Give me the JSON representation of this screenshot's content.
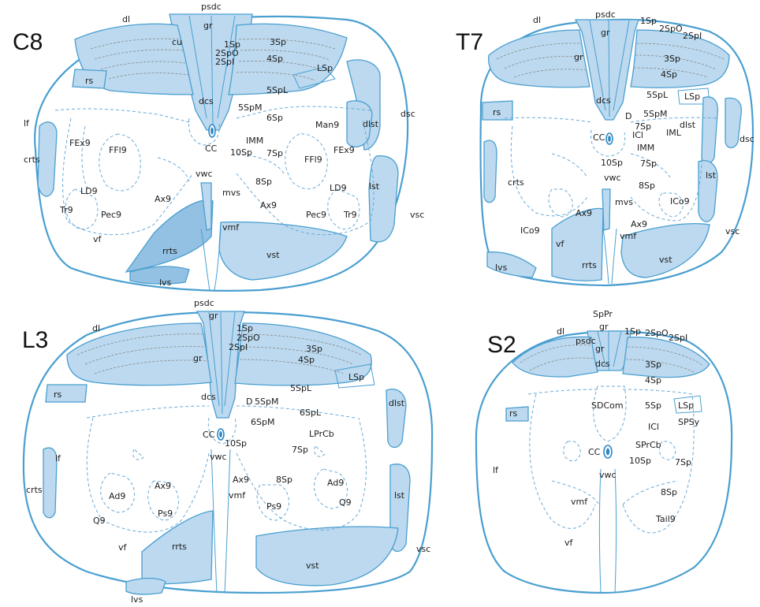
{
  "panels": [
    {
      "title": "C8",
      "labels": [
        "dl",
        "psdc",
        "gr",
        "cu",
        "1Sp",
        "2SpO",
        "2SpI",
        "3Sp",
        "4Sp",
        "LSp",
        "rs",
        "dsc",
        "lf",
        "5SpL",
        "dcs",
        "5SpM",
        "6Sp",
        "Man9",
        "dlst",
        "FEx9",
        "FFl9",
        "CC",
        "IMM",
        "10Sp",
        "7Sp",
        "FFl9",
        "FEx9",
        "crts",
        "vwc",
        "mvs",
        "8Sp",
        "LD9",
        "Ax9",
        "LD9",
        "Tr9",
        "Pec9",
        "Ax9",
        "Pec9",
        "Tr9",
        "lst",
        "vmf",
        "vsc",
        "vf",
        "rrts",
        "vst",
        "lvs"
      ]
    },
    {
      "title": "T7",
      "labels": [
        "dl",
        "psdc",
        "gr",
        "1Sp",
        "2SpO",
        "2SpI",
        "gr",
        "3Sp",
        "4Sp",
        "rs",
        "5SpL",
        "LSp",
        "dcs",
        "D",
        "5SpM",
        "7Sp",
        "dlst",
        "IML",
        "ICl",
        "dsc",
        "CC",
        "IMM",
        "10Sp",
        "7Sp",
        "crts",
        "lst",
        "vwc",
        "8Sp",
        "mvs",
        "ICo9",
        "Ax9",
        "ICo9",
        "vmf",
        "Ax9",
        "vsc",
        "vf",
        "vst",
        "lvs",
        "rrts"
      ]
    },
    {
      "title": "L3",
      "labels": [
        "psdc",
        "gr",
        "dl",
        "1Sp",
        "2SpO",
        "2SpI",
        "3Sp",
        "4Sp",
        "gr",
        "LSp",
        "rs",
        "5SpL",
        "dcs",
        "D",
        "5SpM",
        "6SpL",
        "6SpM",
        "CC",
        "LPrCb",
        "10Sp",
        "7Sp",
        "dlst",
        "vwc",
        "lf",
        "Ax9",
        "8Sp",
        "Ad9",
        "Ax9",
        "Ad9",
        "crts",
        "lst",
        "Q9",
        "Ps9",
        "Ps9",
        "Q9",
        "vmf",
        "vsc",
        "vf",
        "rrts",
        "vst",
        "lvs"
      ]
    },
    {
      "title": "S2",
      "labels": [
        "SpPr",
        "gr",
        "dl",
        "psdc",
        "1Sp",
        "2SpO",
        "2SpI",
        "gr",
        "dcs",
        "3Sp",
        "4Sp",
        "SDCom",
        "5Sp",
        "LSp",
        "rs",
        "ICl",
        "SPSy",
        "SPrCb",
        "CC",
        "10Sp",
        "7Sp",
        "lf",
        "vwc",
        "8Sp",
        "vmf",
        "Tail9",
        "vf"
      ]
    }
  ]
}
